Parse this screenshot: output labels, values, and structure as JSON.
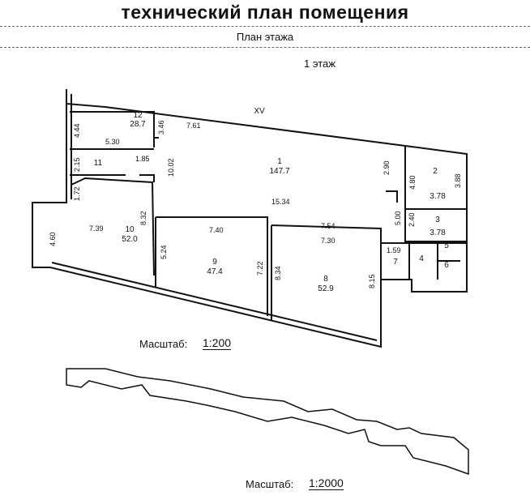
{
  "header": {
    "title": "технический план помещения",
    "subtitle": "План этажа",
    "floor": "1 этаж"
  },
  "axis_mark": "XV",
  "rooms": [
    {
      "number": "1",
      "area": "147.7"
    },
    {
      "number": "2",
      "area": "3.78"
    },
    {
      "number": "3",
      "area": "3.78"
    },
    {
      "number": "4",
      "area": ""
    },
    {
      "number": "5",
      "area": ""
    },
    {
      "number": "6",
      "area": ""
    },
    {
      "number": "7",
      "area": ""
    },
    {
      "number": "8",
      "area": "52.9"
    },
    {
      "number": "9",
      "area": "47.4"
    },
    {
      "number": "10",
      "area": "52.0"
    },
    {
      "number": "11",
      "area": ""
    },
    {
      "number": "12",
      "area": "28.7"
    }
  ],
  "dimensions": [
    "4.44",
    "3.46",
    "5.30",
    "7.61",
    "2.15",
    "1.85",
    "10.02",
    "1.72",
    "4.60",
    "7.39",
    "8.32",
    "7.40",
    "5.24",
    "7.22",
    "8.34",
    "7.54",
    "7.30",
    "8.15",
    "15.34",
    "2.90",
    "4.80",
    "3.88",
    "5.00",
    "2.40",
    "1.59"
  ],
  "scales": [
    {
      "label": "Масштаб:",
      "value": "1:200"
    },
    {
      "label": "Масштаб:",
      "value": "1:2000"
    }
  ]
}
